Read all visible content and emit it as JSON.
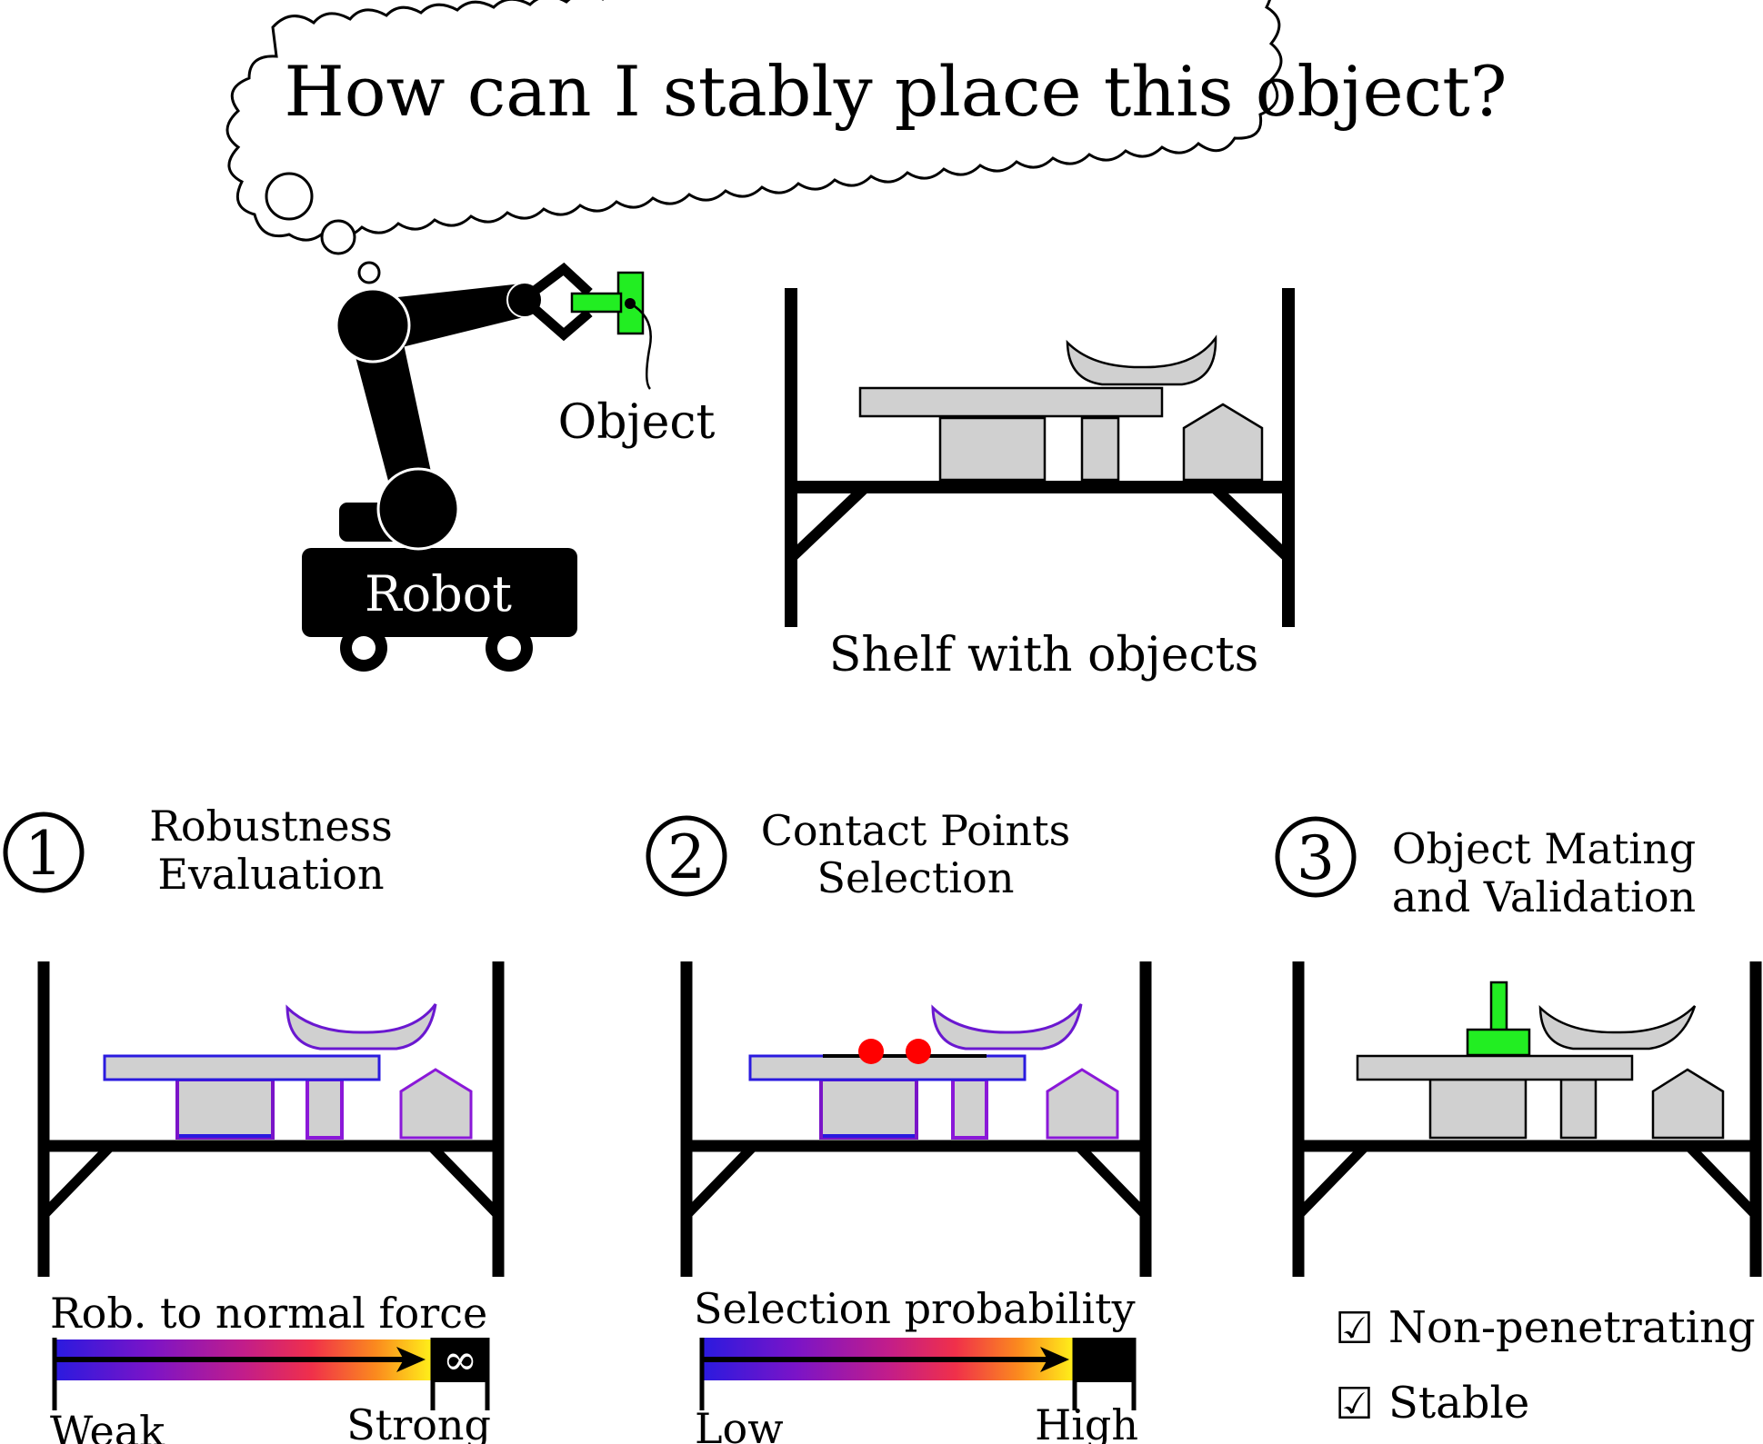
{
  "thought_bubble": {
    "text": "How can I stably place this object?"
  },
  "robot": {
    "label": "Robot"
  },
  "object": {
    "label": "Object"
  },
  "shelf": {
    "label": "Shelf with objects"
  },
  "steps": [
    {
      "number": "1",
      "title_line1": "Robustness",
      "title_line2": "Evaluation"
    },
    {
      "number": "2",
      "title_line1": "Contact Points",
      "title_line2": "Selection"
    },
    {
      "number": "3",
      "title_line1": "Object Mating",
      "title_line2": "and Validation"
    }
  ],
  "legend1": {
    "title": "Rob. to normal force",
    "low": "Weak",
    "high": "Strong",
    "infinity": "∞"
  },
  "legend2": {
    "title": "Selection probability",
    "low": "Low",
    "high": "High"
  },
  "checks": [
    {
      "checkbox": "☑",
      "label": "Non-penetrating"
    },
    {
      "checkbox": "☑",
      "label": "Stable"
    }
  ],
  "colors": {
    "object_green": "#22ee22",
    "shelf_item_gray": "#d0d0d0",
    "contact_point_red": "#ff0000",
    "colormap": [
      "#2a1adf",
      "#7a14c8",
      "#c21d8a",
      "#f0304a",
      "#fb8a1e",
      "#fff21a"
    ]
  }
}
